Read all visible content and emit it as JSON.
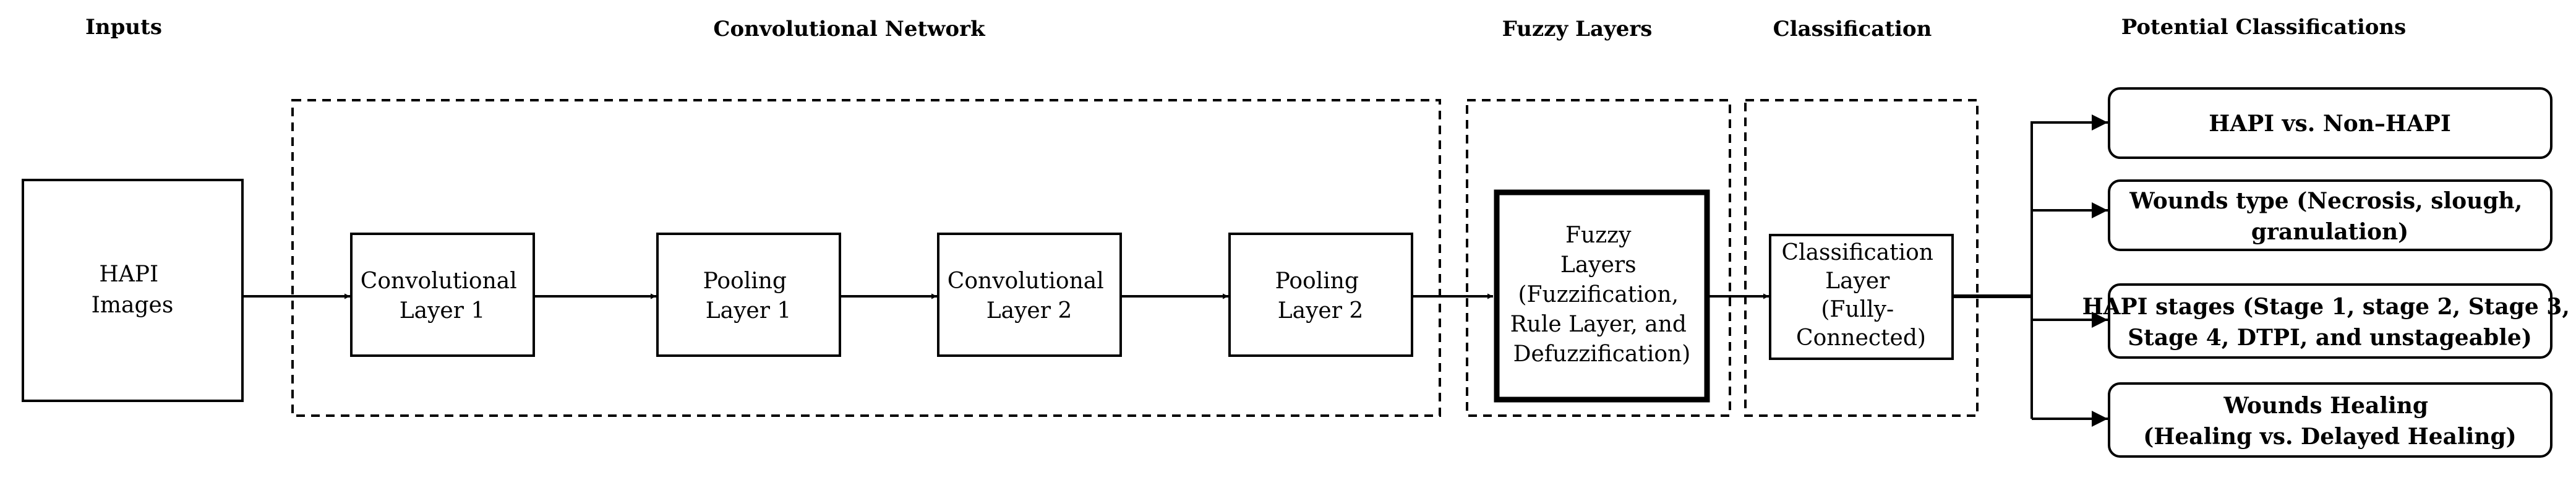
{
  "headers": {
    "inputs": "Inputs",
    "conv_network": "Convolutional Network",
    "fuzzy_layers": "Fuzzy Layers",
    "classification": "Classification",
    "potential": "Potential Classifications"
  },
  "nodes": {
    "input": [
      "HAPI",
      "Images"
    ],
    "conv1": [
      "Convolutional",
      "Layer 1"
    ],
    "pool1": [
      "Pooling",
      "Layer 1"
    ],
    "conv2": [
      "Convolutional",
      "Layer 2"
    ],
    "pool2": [
      "Pooling",
      "Layer 2"
    ],
    "fuzzy": [
      "Fuzzy",
      "Layers",
      "(Fuzzification,",
      "Rule Layer, and",
      "Defuzzification)"
    ],
    "classifier": [
      "Classification",
      "Layer",
      "(Fully-",
      "Connected)"
    ]
  },
  "outputs": [
    [
      "HAPI vs. Non–HAPI"
    ],
    [
      "Wounds type (Necrosis, slough,",
      "granulation)"
    ],
    [
      "HAPI stages (Stage 1, stage 2, Stage 3,",
      "Stage 4,  DTPI, and unstageable)"
    ],
    [
      "Wounds Healing",
      "(Healing vs. Delayed Healing)"
    ]
  ]
}
